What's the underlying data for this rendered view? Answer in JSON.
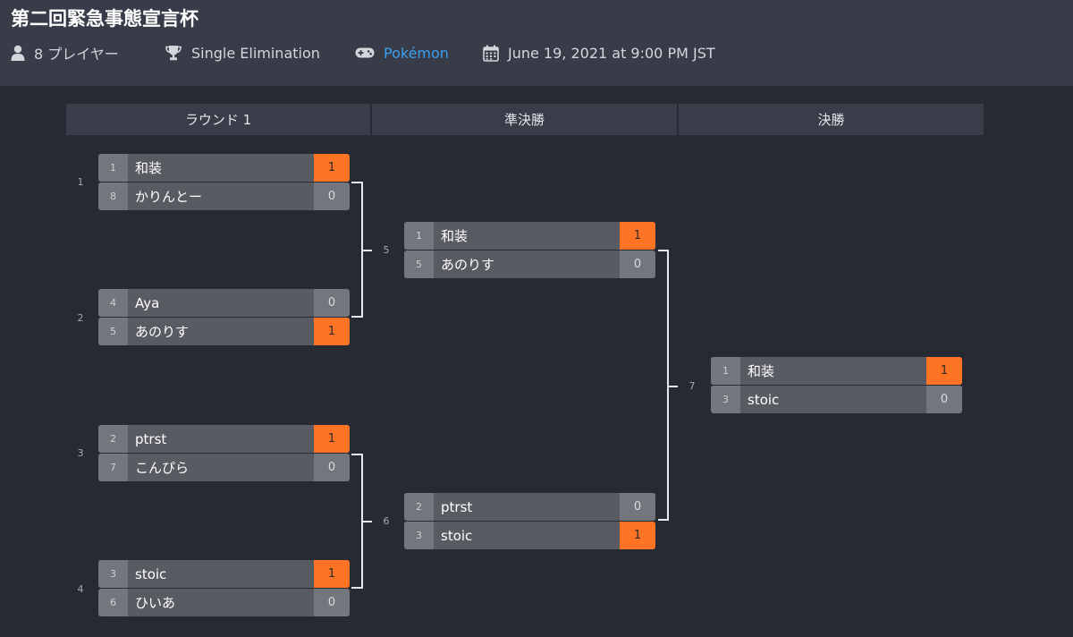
{
  "tournament": {
    "title": "第二回緊急事態宣言杯",
    "players": "8 プレイヤー",
    "format": "Single Elimination",
    "game": "Pokémon",
    "date": "June 19, 2021 at 9:00 PM JST"
  },
  "rounds": [
    {
      "label": "ラウンド 1"
    },
    {
      "label": "準決勝"
    },
    {
      "label": "決勝"
    }
  ],
  "matches": [
    {
      "number": "1",
      "top": {
        "seed": "1",
        "name": "和装",
        "score": "1",
        "win": true
      },
      "bottom": {
        "seed": "8",
        "name": "かりんとー",
        "score": "0",
        "win": false
      }
    },
    {
      "number": "2",
      "top": {
        "seed": "4",
        "name": "Aya",
        "score": "0",
        "win": false
      },
      "bottom": {
        "seed": "5",
        "name": "あのりす",
        "score": "1",
        "win": true
      }
    },
    {
      "number": "3",
      "top": {
        "seed": "2",
        "name": "ptrst",
        "score": "1",
        "win": true
      },
      "bottom": {
        "seed": "7",
        "name": "こんぴら",
        "score": "0",
        "win": false
      }
    },
    {
      "number": "4",
      "top": {
        "seed": "3",
        "name": "stoic",
        "score": "1",
        "win": true
      },
      "bottom": {
        "seed": "6",
        "name": "ひいあ",
        "score": "0",
        "win": false
      }
    },
    {
      "number": "5",
      "top": {
        "seed": "1",
        "name": "和装",
        "score": "1",
        "win": true
      },
      "bottom": {
        "seed": "5",
        "name": "あのりす",
        "score": "0",
        "win": false
      }
    },
    {
      "number": "6",
      "top": {
        "seed": "2",
        "name": "ptrst",
        "score": "0",
        "win": false
      },
      "bottom": {
        "seed": "3",
        "name": "stoic",
        "score": "1",
        "win": true
      }
    },
    {
      "number": "7",
      "top": {
        "seed": "1",
        "name": "和装",
        "score": "1",
        "win": true
      },
      "bottom": {
        "seed": "3",
        "name": "stoic",
        "score": "0",
        "win": false
      }
    }
  ],
  "icons": {
    "players": "user-icon",
    "format": "trophy-icon",
    "game": "gamepad-icon",
    "date": "calendar-icon"
  },
  "colors": {
    "header_bg": "#383c48",
    "page_bg": "#272a33",
    "round_header_bg": "#3a3d49",
    "winner_score": "#ff7324",
    "link": "#3a9ff0"
  }
}
